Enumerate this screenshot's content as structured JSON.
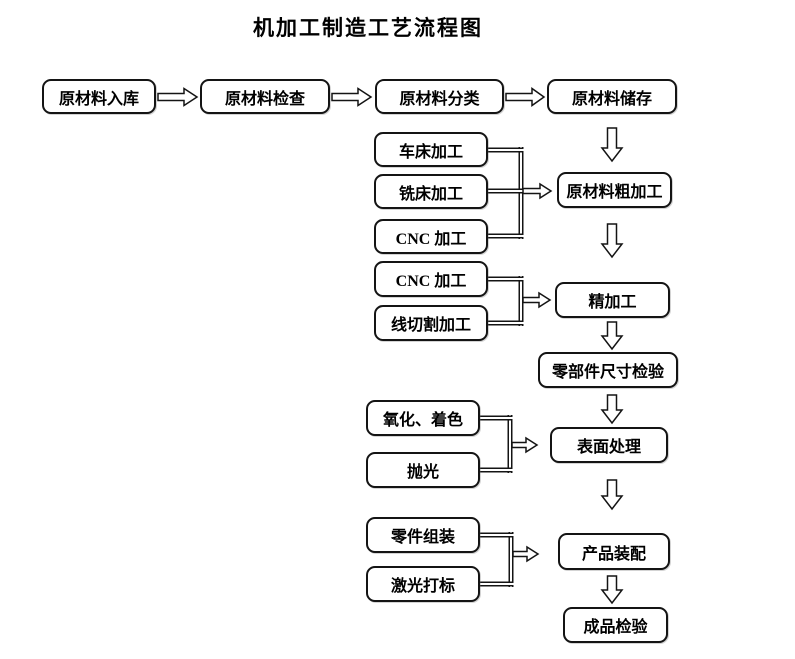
{
  "title": "机加工制造工艺流程图",
  "colors": {
    "box_border": "#141414",
    "box_fill": "#ffffff",
    "text": "#000000",
    "page_background": "#ffffff"
  },
  "top_row": [
    "原材料入库",
    "原材料检查",
    "原材料分类",
    "原材料储存"
  ],
  "right_column": [
    "原材料粗加工",
    "精加工",
    "零部件尺寸检验",
    "表面处理",
    "产品装配",
    "成品检验"
  ],
  "groups": [
    {
      "inputs": [
        "车床加工",
        "铣床加工",
        "CNC 加工"
      ],
      "target": "原材料粗加工"
    },
    {
      "inputs": [
        "CNC 加工",
        "线切割加工"
      ],
      "target": "精加工"
    },
    {
      "inputs": [
        "氧化、着色",
        "抛光"
      ],
      "target": "表面处理"
    },
    {
      "inputs": [
        "零件组装",
        "激光打标"
      ],
      "target": "产品装配"
    }
  ]
}
